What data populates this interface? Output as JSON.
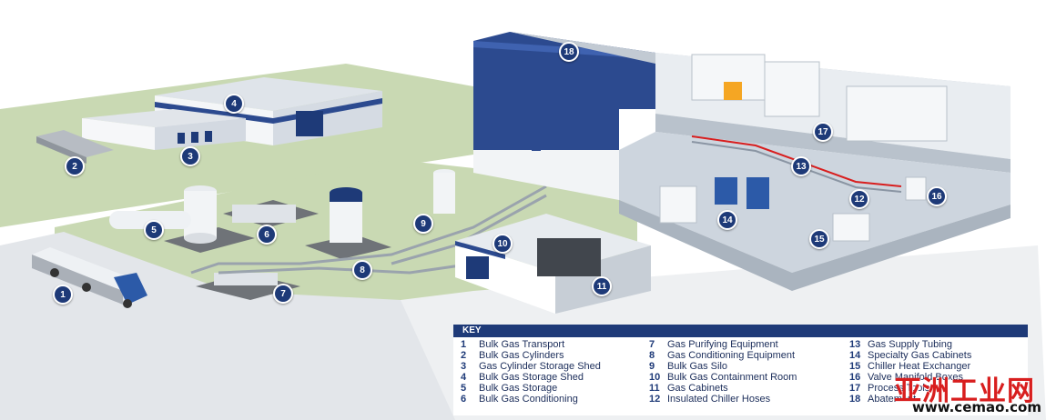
{
  "key": {
    "title": "KEY",
    "items": [
      {
        "num": "1",
        "label": "Bulk Gas Transport"
      },
      {
        "num": "2",
        "label": "Bulk Gas Cylinders"
      },
      {
        "num": "3",
        "label": "Gas Cylinder Storage Shed"
      },
      {
        "num": "4",
        "label": "Bulk Gas Storage Shed"
      },
      {
        "num": "5",
        "label": "Bulk Gas Storage"
      },
      {
        "num": "6",
        "label": "Bulk Gas Conditioning"
      },
      {
        "num": "7",
        "label": "Gas Purifying Equipment"
      },
      {
        "num": "8",
        "label": "Gas Conditioning Equipment"
      },
      {
        "num": "9",
        "label": "Bulk Gas Silo"
      },
      {
        "num": "10",
        "label": "Bulk Gas Containment Room"
      },
      {
        "num": "11",
        "label": "Gas Cabinets"
      },
      {
        "num": "12",
        "label": "Insulated Chiller Hoses"
      },
      {
        "num": "13",
        "label": "Gas Supply Tubing"
      },
      {
        "num": "14",
        "label": "Specialty Gas Cabinets"
      },
      {
        "num": "15",
        "label": "Chiller Heat Exchanger"
      },
      {
        "num": "16",
        "label": "Valve Manifold Boxes"
      },
      {
        "num": "17",
        "label": "Process Tools"
      },
      {
        "num": "18",
        "label": "Abatement"
      }
    ]
  },
  "markers": [
    "1",
    "2",
    "3",
    "4",
    "5",
    "6",
    "7",
    "8",
    "9",
    "10",
    "11",
    "12",
    "13",
    "14",
    "15",
    "16",
    "17",
    "18"
  ],
  "watermark": {
    "cn": "亚洲工业网",
    "url": "www.cemao.com"
  },
  "colors": {
    "navy": "#1e3a78",
    "ground": "#c9d9b3",
    "pad": "#6f7378",
    "wall": "#e9ecf0",
    "accent": "#d81e1e"
  }
}
